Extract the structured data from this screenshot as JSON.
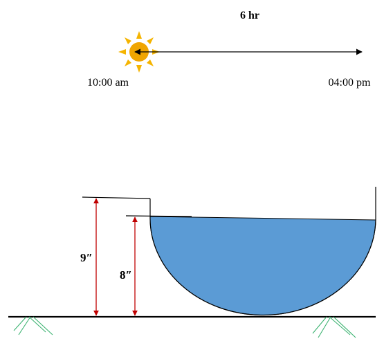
{
  "time": {
    "duration": "6 hr",
    "start": "10:00 am",
    "end": "04:00 pm"
  },
  "depths": {
    "outer": "9″",
    "inner": "8″"
  },
  "colors": {
    "sun": "#f5b400",
    "sun_core": "#f0a500",
    "water": "#5b9bd5",
    "dimension": "#c00000",
    "ground_hatch": "#3cb371",
    "line": "#000000"
  }
}
